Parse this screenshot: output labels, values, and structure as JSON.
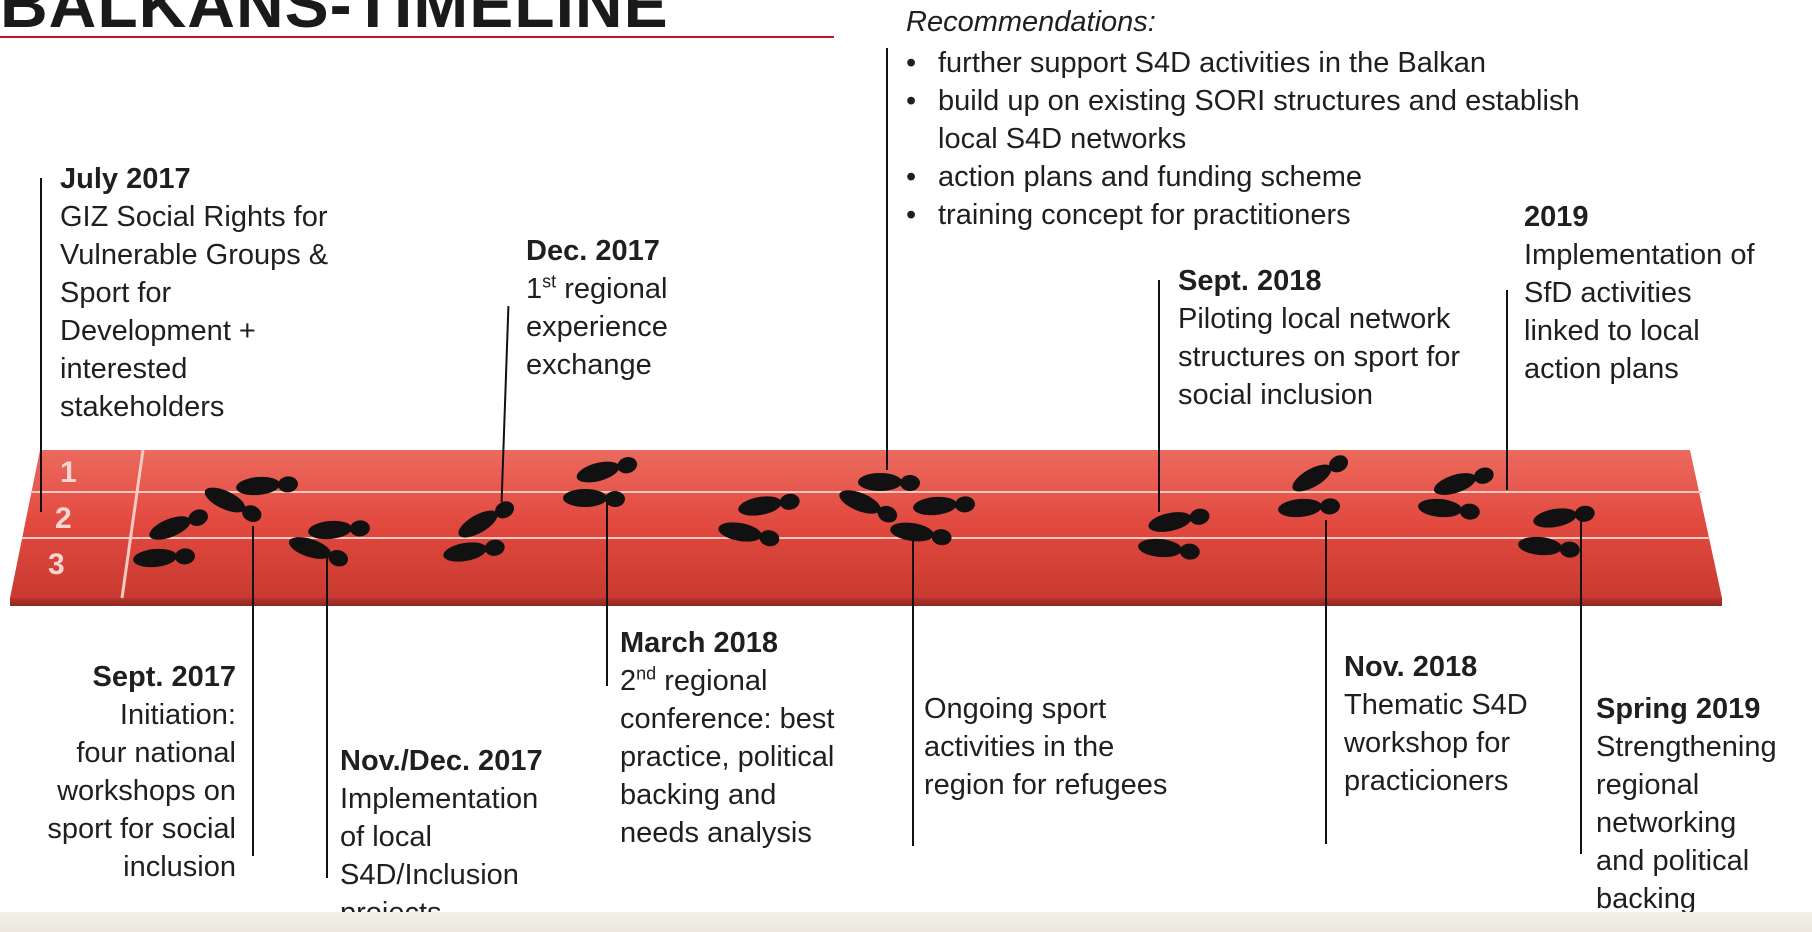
{
  "title": "BALKANS-TIMELINE",
  "recommendations": {
    "heading": "Recommendations:",
    "items": [
      "further support S4D activities in the Balkan",
      "build up on existing SORI structures and establish",
      "local S4D networks",
      "action plans and funding scheme",
      "training concept for practitioners"
    ],
    "bullet": "•"
  },
  "track_lane_numbers": [
    "1",
    "2",
    "3"
  ],
  "events_top": [
    {
      "date": "July 2017",
      "lines": [
        "GIZ Social Rights for",
        "Vulnerable Groups &",
        "Sport for",
        "Development +",
        "interested",
        "stakeholders"
      ]
    },
    {
      "date": "Dec. 2017",
      "ordinal_num": "1",
      "ordinal_sup": "st",
      "ordinal_rest": " regional",
      "lines": [
        "experience",
        "exchange"
      ]
    },
    {
      "date": "Sept. 2018",
      "lines": [
        "Piloting local network",
        "structures on sport for",
        "social inclusion"
      ]
    },
    {
      "date": "2019",
      "lines": [
        "Implementation of",
        "SfD activities",
        "linked to local",
        "action plans"
      ]
    }
  ],
  "events_bottom": [
    {
      "date": "Sept. 2017",
      "lines": [
        "Initiation:",
        "four national",
        "workshops on",
        "sport for social",
        "inclusion"
      ]
    },
    {
      "date": "Nov./Dec. 2017",
      "lines": [
        "Implementation",
        "of local",
        "S4D/Inclusion",
        "projects"
      ]
    },
    {
      "date": "March 2018",
      "ordinal_num": "2",
      "ordinal_sup": "nd",
      "ordinal_rest": " regional",
      "lines": [
        "conference: best",
        "practice, political",
        "backing and",
        "needs analysis"
      ]
    },
    {
      "date": "",
      "lines": [
        "Ongoing sport",
        "activities in the",
        "region for refugees"
      ]
    },
    {
      "date": "Nov. 2018",
      "lines": [
        "Thematic S4D",
        "workshop for",
        "practicioners"
      ]
    },
    {
      "date": "Spring 2019",
      "lines": [
        "Strengthening",
        "regional",
        "networking",
        "and political",
        "backing"
      ]
    }
  ],
  "colors": {
    "track_red": "#e2493f",
    "track_dark": "#b8342c",
    "accent_rule": "#c8102e",
    "footprint": "#111111"
  }
}
